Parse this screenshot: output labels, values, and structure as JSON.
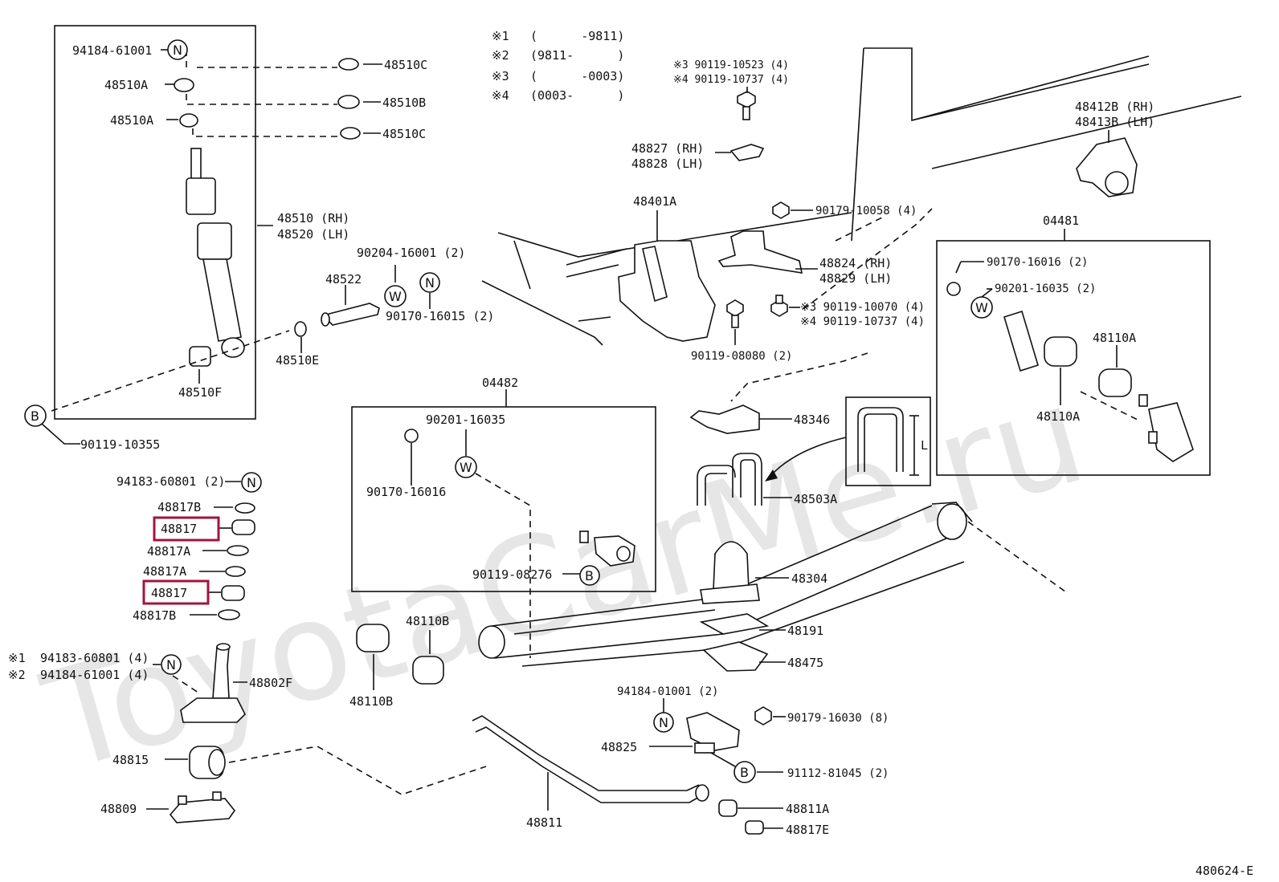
{
  "watermark": "ToyotaCarMe.ru",
  "legend": [
    {
      "mark": "※1",
      "text": "(      -9811)"
    },
    {
      "mark": "※2",
      "text": "(9811-      )"
    },
    {
      "mark": "※3",
      "text": "(      -0003)"
    },
    {
      "mark": "※4",
      "text": "(0003-      )"
    }
  ],
  "labels": {
    "p94184_61001_top": "94184-61001",
    "p48510A_1": "48510A",
    "p48510A_2": "48510A",
    "p48510C_1": "48510C",
    "p48510B": "48510B",
    "p48510C_2": "48510C",
    "p48510_rh": "48510 (RH)",
    "p48520_lh": "48520 (LH)",
    "p48510F": "48510F",
    "p48510E": "48510E",
    "p48522": "48522",
    "p90204": "90204-16001 (2)",
    "p90170_15": "90170-16015 (2)",
    "p90119_10355": "90119-10355",
    "p94183_60801": "94183-60801 (2)",
    "p48817B_1": "48817B",
    "p48817_1": "48817",
    "p48817A_1": "48817A",
    "p48817A_2": "48817A",
    "p48817_2": "48817",
    "p48817B_2": "48817B",
    "p94183_4": "94183-60801 (4)",
    "p94184_4": "94184-61001 (4)",
    "p48802F": "48802F",
    "p48815": "48815",
    "p48809": "48809",
    "p48811": "48811",
    "p48110B_1": "48110B",
    "p48110B_2": "48110B",
    "p04482": "04482",
    "p90201_box": "90201-16035",
    "p90170_box": "90170-16016",
    "p90119_08276": "90119-08276",
    "p90119_10523": "※3 90119-10523 (4)",
    "p90119_10737a": "※4 90119-10737 (4)",
    "p48827": "48827 (RH)",
    "p48828": "48828 (LH)",
    "p48401A": "48401A",
    "p90179_10058": "90179-10058 (4)",
    "p48824": "48824 (RH)",
    "p48829": "48829 (LH)",
    "p90119_10070": "※3 90119-10070 (4)",
    "p90119_10737b": "※4 90119-10737 (4)",
    "p90119_08080": "90119-08080 (2)",
    "p48412B": "48412B (RH)",
    "p48413B": "48413B (LH)",
    "p04481": "04481",
    "p90170_16016_r": "90170-16016 (2)",
    "p90201_16035_r": "90201-16035 (2)",
    "p48110A_1": "48110A",
    "p48110A_2": "48110A",
    "p48346": "48346",
    "p48503A": "48503A",
    "p48304": "48304",
    "p48191": "48191",
    "p48475": "48475",
    "p94184_01001": "94184-01001 (2)",
    "p90179_16030": "90179-16030 (8)",
    "p48825": "48825",
    "p91112_81045": "91112-81045 (2)",
    "p48811A": "48811A",
    "p48817E": "48817E",
    "p_L": "L",
    "page_code": "480624-E"
  },
  "circles": {
    "N": "N",
    "W": "W",
    "B": "B"
  },
  "markers": {
    "m1": "※1",
    "m2": "※2"
  },
  "colors": {
    "highlight": "#a0153e",
    "ink": "#111111"
  }
}
